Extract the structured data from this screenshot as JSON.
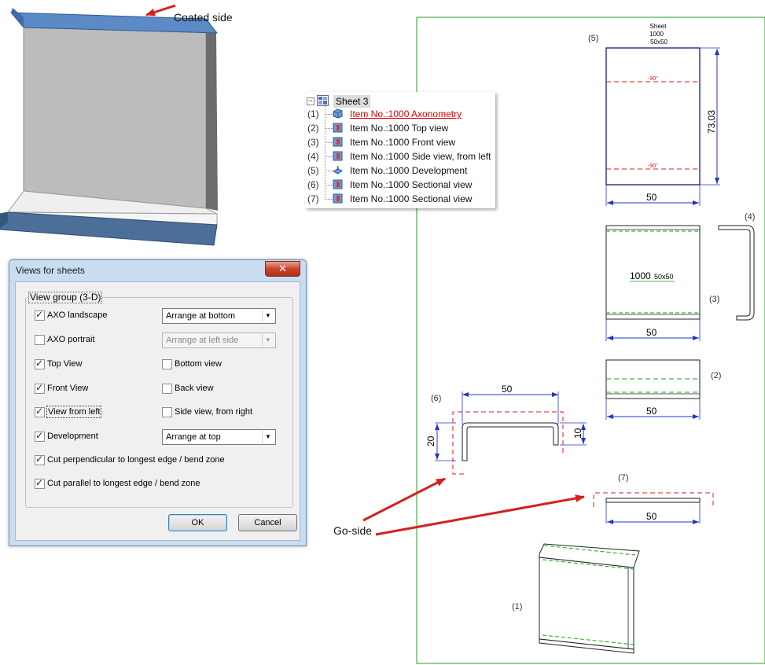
{
  "callouts": {
    "coated_side": "Coated side",
    "go_side": "Go-side"
  },
  "tree": {
    "root": "Sheet 3",
    "items": [
      {
        "num": "(1)",
        "label": "Item No.:1000 Axonometry",
        "active": true
      },
      {
        "num": "(2)",
        "label": "Item No.:1000 Top view"
      },
      {
        "num": "(3)",
        "label": "Item No.:1000 Front view"
      },
      {
        "num": "(4)",
        "label": "Item No.:1000 Side view, from left"
      },
      {
        "num": "(5)",
        "label": "Item No.:1000 Development"
      },
      {
        "num": "(6)",
        "label": "Item No.:1000 Sectional view"
      },
      {
        "num": "(7)",
        "label": "Item No.:1000 Sectional view"
      }
    ]
  },
  "dialog": {
    "title": "Views for sheets",
    "close": "✕",
    "group_label": "View group (3-D)",
    "options": {
      "axo_landscape": "AXO landscape",
      "axo_portrait": "AXO portrait",
      "top_view": "Top View",
      "bottom_view": "Bottom view",
      "front_view": "Front View",
      "back_view": "Back view",
      "view_from_left": "View from left",
      "side_view_right": "Side view, from right",
      "development": "Development",
      "cut_perpendicular": "Cut perpendicular to longest edge / bend zone",
      "cut_parallel": "Cut parallel to longest edge / bend zone"
    },
    "selects": {
      "axo_landscape": "Arrange at bottom",
      "axo_portrait": "Arrange at left side",
      "development": "Arrange at top"
    },
    "ok": "OK",
    "cancel": "Cancel"
  },
  "drawing": {
    "sheet_header": [
      "Sheet",
      "1000",
      "50x50"
    ],
    "view_labels": {
      "v1": "(1)",
      "v2": "(2)",
      "v3": "(3)",
      "v4": "(4)",
      "v5": "(5)",
      "v6": "(6)",
      "v7": "(7)"
    },
    "bend_top": "-90°",
    "bend_bottom": "-90°",
    "dim_height": "73,03",
    "dim_width": "50",
    "dim_section_height": "20",
    "dim_flange": "10",
    "front_label": "1000",
    "front_label_small": "50x50"
  },
  "colors": {
    "dimension": "#1f35c8",
    "bend_line": "#e01818",
    "hidden_line": "#1aa31a",
    "sheet_border": "#22a022",
    "arrow": "#d42020",
    "part_face": "#bcbcbc",
    "part_coated": "#4f7fbf"
  }
}
